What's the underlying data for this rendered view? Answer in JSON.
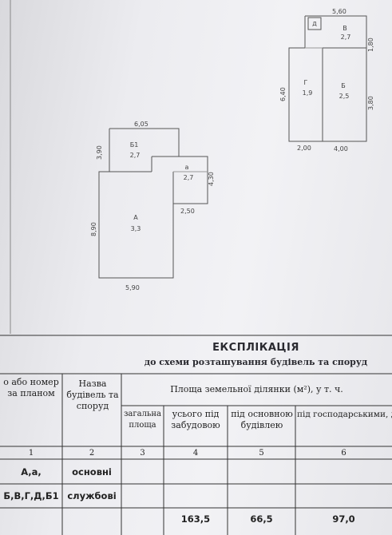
{
  "sketch": {
    "building_left": {
      "top_width": "6,05",
      "b1_height": "3,90",
      "b1_label": "Б1",
      "b1_area": "2,7",
      "a_small_label": "а",
      "a_small_area": "2,7",
      "a_small_height": "4,30",
      "a_small_width": "2,50",
      "a_height": "8,90",
      "a_label": "А",
      "a_area": "3,3",
      "bottom_width": "5,90"
    },
    "building_right": {
      "top_width": "5,60",
      "d_label": "Д",
      "v_label": "В",
      "v_area": "2,7",
      "v_height": "1,80",
      "g_height": "6,40",
      "g_label": "Г",
      "g_area": "1,9",
      "b_label": "Б",
      "b_area": "2,5",
      "b_height": "3,80",
      "g_width": "2,00",
      "b_width": "4,00"
    }
  },
  "explication": {
    "title": "ЕКСПЛІКАЦІЯ",
    "subtitle": "до схеми розташування будівель та споруд",
    "headers": {
      "col1": "о або номер за планом",
      "col2": "Назва будівель та споруд",
      "area_group": "Площа земельної ділянки (м²), у т. ч.",
      "col3": "загальна площа",
      "col4": "усього під забудовою",
      "col5": "під основною будівлею",
      "col6": "під господарськими, допоміжними будівлями і спорудами"
    },
    "column_numbers": [
      "1",
      "2",
      "3",
      "4",
      "5",
      "6"
    ],
    "rows": [
      {
        "id": "А,а,",
        "name": "основні",
        "total": "",
        "built": "",
        "main": "",
        "aux": ""
      },
      {
        "id": "Б,В,Г,Д,Б1",
        "name": "службові",
        "total": "",
        "built": "",
        "main": "",
        "aux": ""
      },
      {
        "id": "",
        "name": "",
        "total": "",
        "built": "163,5",
        "main": "66,5",
        "aux": "97,0"
      }
    ]
  }
}
